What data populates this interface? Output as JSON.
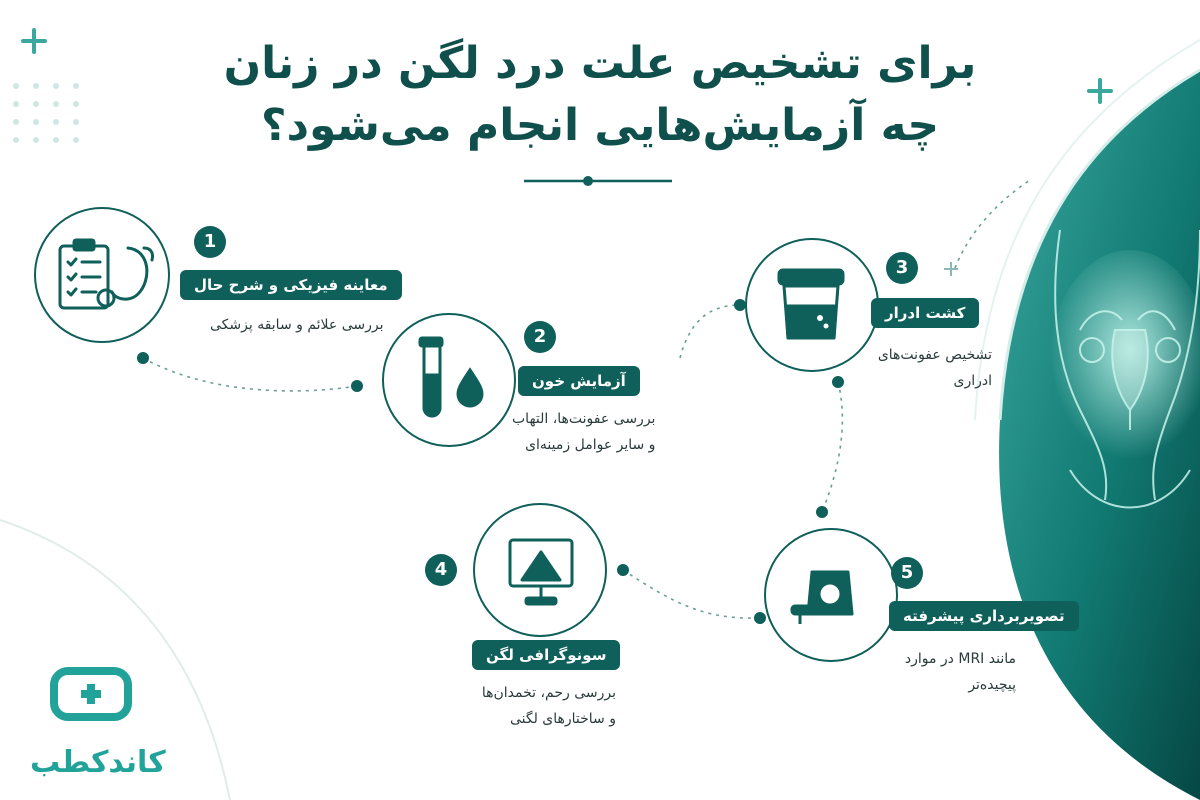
{
  "header": {
    "title_line1": "برای تشخیص علت درد لگن در زنان",
    "title_line2": "چه آزمایش‌هایی انجام می‌شود؟"
  },
  "steps": [
    {
      "number": "1",
      "label": "معاینه فیزیکی و شرح حال",
      "desc_line1": "بررسی علائم و سابقه پزشکی",
      "desc_line2": "",
      "icon": "clipboard-stethoscope-icon"
    },
    {
      "number": "2",
      "label": "آزمایش خون",
      "desc_line1": "بررسی عفونت‌ها، التهاب",
      "desc_line2": "و سایر عوامل زمینه‌ای",
      "icon": "test-tube-drop-icon"
    },
    {
      "number": "3",
      "label": "کشت ادرار",
      "desc_line1": "تشخیص عفونت‌های",
      "desc_line2": "ادراری",
      "icon": "urine-cup-icon"
    },
    {
      "number": "4",
      "label": "سونوگرافی لگن",
      "desc_line1": "بررسی رحم، تخمدان‌ها",
      "desc_line2": "و ساختارهای لگنی",
      "icon": "ultrasound-monitor-icon"
    },
    {
      "number": "5",
      "label": "تصویربرداری پیشرفته",
      "desc_line1": "مانند MRI در موارد",
      "desc_line2": "پیچیده‌تر",
      "icon": "mri-scanner-icon"
    }
  ],
  "brand": {
    "name": "کاندکطب",
    "icon": "medical-cross-logo-icon"
  },
  "colors": {
    "primary": "#0f5f5a",
    "accent": "#22a39a",
    "dark_bg": "#0a4a46"
  }
}
